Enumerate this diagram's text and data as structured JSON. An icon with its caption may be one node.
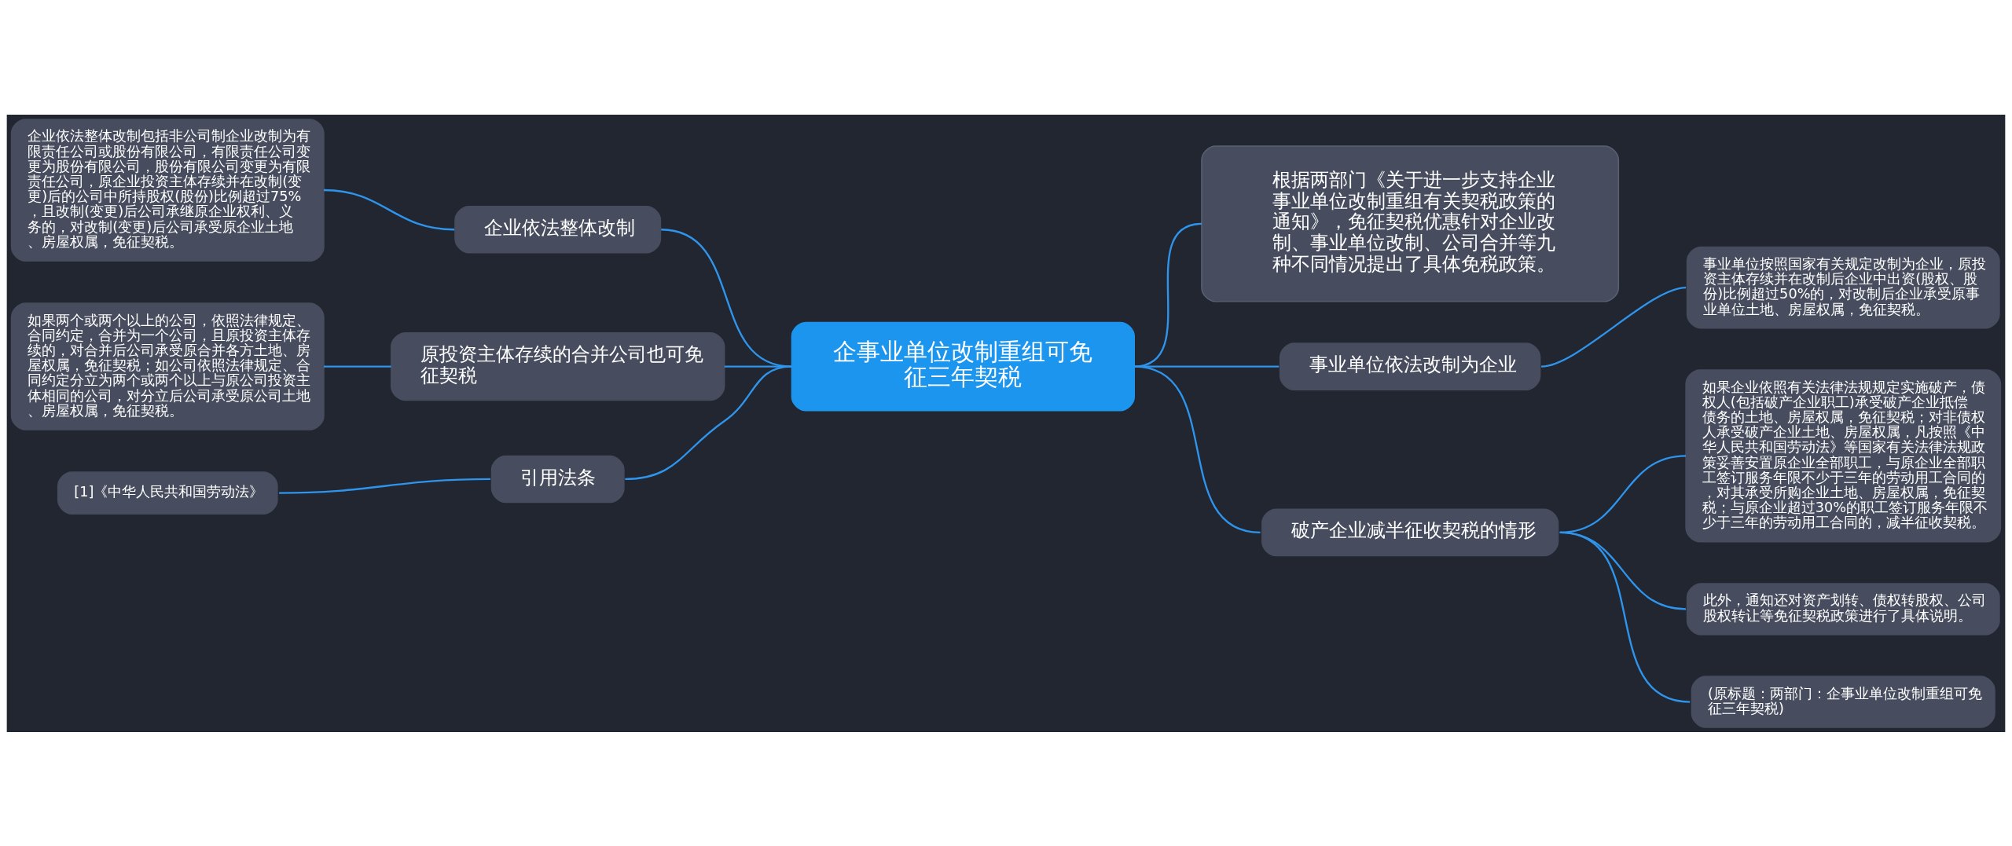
{
  "diagram": {
    "nodes": [
      {
        "text": [
          "企事业单位改制重组可免征三年契税"
        ]
      },
      {
        "text": [
          "企业依法整体改制"
        ]
      },
      {
        "text": [
          "企业依法整体改制包括非公司制企业改制为有限责任公司或股份有限公司，有限责任公司变更为股份有限公司，股份有限公司变更为有限责任公司，原企业投资主体存续并在改制(变更)后的公司中所持股权(股份)比例超过75%，且改制(变更)后公司承继原企业权利、义务的，对改制(变更)后公司承受原企业土地、房屋权属，免征契税。"
        ]
      },
      {
        "text": [
          "原投资主体存续的合并公司也可免征契税"
        ]
      },
      {
        "text": [
          "如果两个或两个以上的公司，依照法律规定、合同约定，合并为一个公司，且原投资主体存续的，对合并后公司承受原合并各方土地、房屋权属，免征契税；如公司依照法律规定、合同约定分立为两个或两个以上与原公司投资主体相同的公司，对分立后公司承受原公司土地、房屋权属，免征契税。"
        ]
      },
      {
        "text": [
          "引用法条"
        ]
      },
      {
        "text": [
          "[1]《中华人民共和国劳动法》"
        ]
      },
      {
        "text": [
          "根据两部门《关于进一步支持企业事业单位改制重组有关契税政策的通知》，免征契税优惠针对企业改制、事业单位改制、公司合并等九种不同情况提出了具体免税政策。"
        ]
      },
      {
        "text": [
          "事业单位依法改制为企业"
        ]
      },
      {
        "text": [
          "事业单位按照国家有关规定改制为企业，原投资主体存续并在改制后企业中出资(股权、股份)比例超过50%的，对改制后企业承受原事业单位土地、房屋权属，免征契税。"
        ]
      },
      {
        "text": [
          "破产企业减半征收契税的情形"
        ]
      },
      {
        "text": [
          "如果企业依照有关法律法规规定实施破产，债权人(包括破产企业职工)承受破产企业抵偿债务的土地、房屋权属，免征契税；对非债权人承受破产企业土地、房屋权属，凡按照《中华人民共和国劳动法》等国家有关法律法规政策妥善安置原企业全部职工，与原企业全部职工签订服务年限不少于三年的劳动用工合同的，对其承受所购企业土地、房屋权属，免征契税；与原企业超过30%的职工签订服务年限不少于三年的劳动用工合同的，减半征收契税。"
        ]
      },
      {
        "text": [
          "此外，通知还对资产划转、债权转股权、公司股权转让等免征契税政策进行了具体说明。"
        ]
      },
      {
        "text": [
          "(原标题：两部门：企事业单位改制重组可免征三年契税)"
        ]
      }
    ],
    "edges": [
      {
        "from": 0,
        "to": 1,
        "arrow": "none"
      },
      {
        "from": 1,
        "to": 2,
        "arrow": "none"
      },
      {
        "from": 0,
        "to": 3,
        "arrow": "none"
      },
      {
        "from": 3,
        "to": 4,
        "arrow": "none"
      },
      {
        "from": 0,
        "to": 5,
        "arrow": "none"
      },
      {
        "from": 5,
        "to": 6,
        "arrow": "none"
      },
      {
        "from": 0,
        "to": 7,
        "arrow": "none"
      },
      {
        "from": 0,
        "to": 8,
        "arrow": "none"
      },
      {
        "from": 8,
        "to": 9,
        "arrow": "none"
      },
      {
        "from": 0,
        "to": 10,
        "arrow": "none"
      },
      {
        "from": 10,
        "to": 11,
        "arrow": "none"
      },
      {
        "from": 10,
        "to": 12,
        "arrow": "none"
      },
      {
        "from": 10,
        "to": 13,
        "arrow": "none"
      }
    ]
  }
}
